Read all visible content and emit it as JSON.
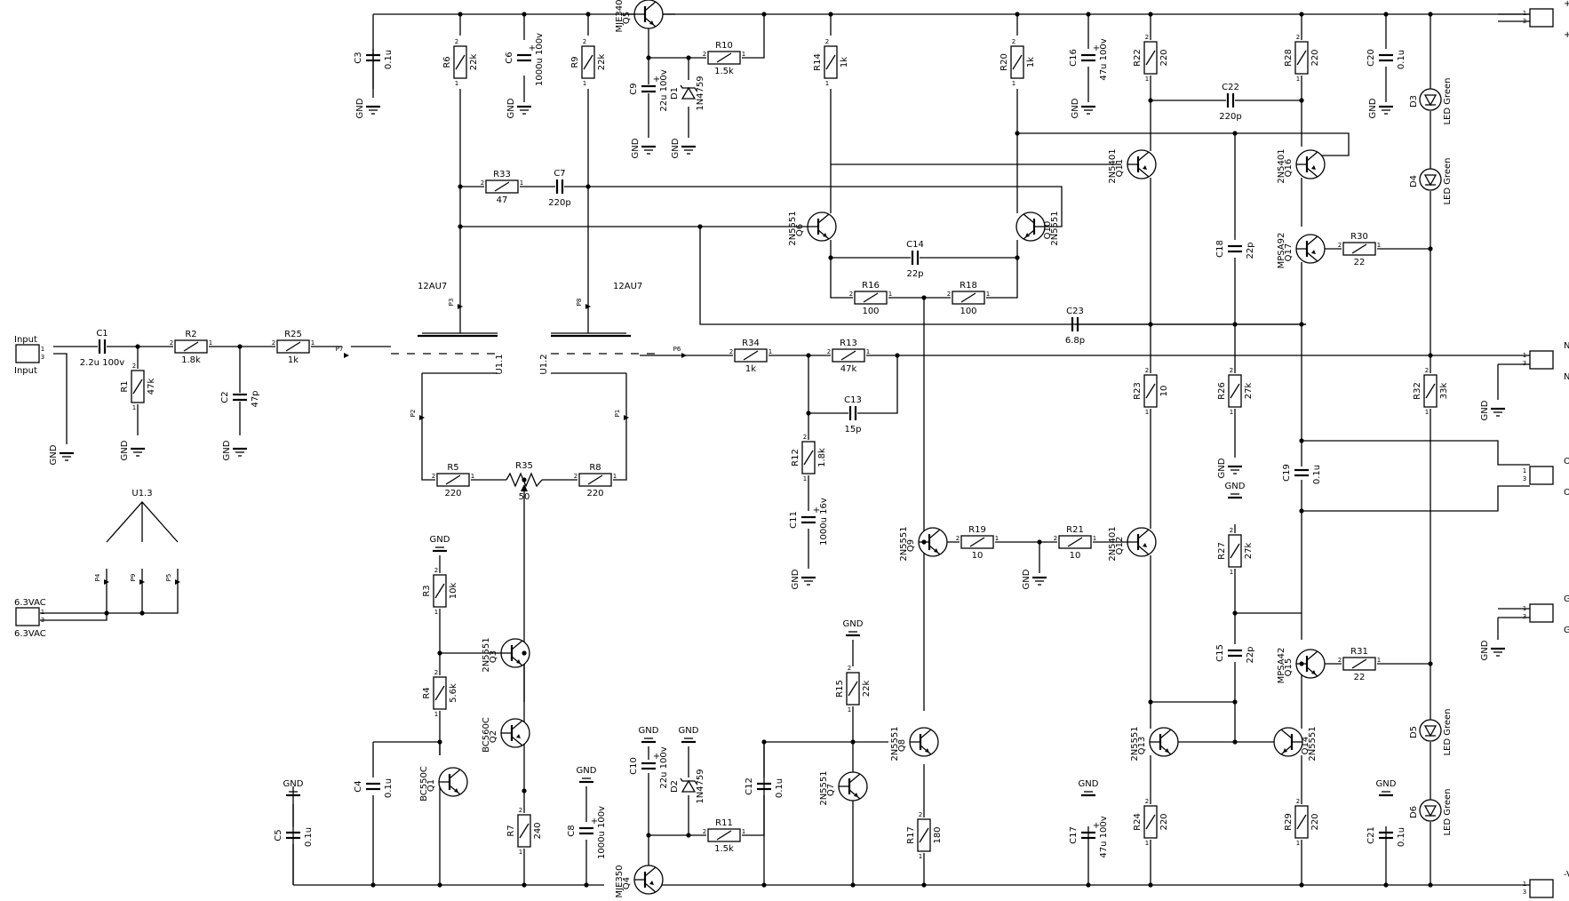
{
  "connectors": [
    {
      "ref": "Input",
      "sub": "Input"
    },
    {
      "ref": "6.3VAC",
      "sub": "6.3VAC"
    },
    {
      "ref": "+V",
      "sub": "+V"
    },
    {
      "ref": "NFB",
      "sub": "NFB"
    },
    {
      "ref": "Output",
      "sub": "Output"
    },
    {
      "ref": "GND",
      "sub": "GND"
    },
    {
      "ref": "-V",
      "sub": "-V"
    }
  ],
  "resistors": [
    {
      "ref": "R1",
      "value": "47k"
    },
    {
      "ref": "R2",
      "value": "1.8k"
    },
    {
      "ref": "R3",
      "value": "10k"
    },
    {
      "ref": "R4",
      "value": "5.6k"
    },
    {
      "ref": "R5",
      "value": "220"
    },
    {
      "ref": "R6",
      "value": "22k"
    },
    {
      "ref": "R7",
      "value": "240"
    },
    {
      "ref": "R8",
      "value": "220"
    },
    {
      "ref": "R9",
      "value": "22k"
    },
    {
      "ref": "R10",
      "value": "1.5k"
    },
    {
      "ref": "R11",
      "value": "1.5k"
    },
    {
      "ref": "R12",
      "value": "1.8k"
    },
    {
      "ref": "R13",
      "value": "47k"
    },
    {
      "ref": "R14",
      "value": "1k"
    },
    {
      "ref": "R15",
      "value": "22k"
    },
    {
      "ref": "R16",
      "value": "100"
    },
    {
      "ref": "R17",
      "value": "180"
    },
    {
      "ref": "R18",
      "value": "100"
    },
    {
      "ref": "R19",
      "value": "10"
    },
    {
      "ref": "R20",
      "value": "1k"
    },
    {
      "ref": "R21",
      "value": "10"
    },
    {
      "ref": "R22",
      "value": "220"
    },
    {
      "ref": "R23",
      "value": "10"
    },
    {
      "ref": "R24",
      "value": "220"
    },
    {
      "ref": "R25",
      "value": "1k"
    },
    {
      "ref": "R26",
      "value": "27k"
    },
    {
      "ref": "R27",
      "value": "27k"
    },
    {
      "ref": "R28",
      "value": "220"
    },
    {
      "ref": "R29",
      "value": "220"
    },
    {
      "ref": "R30",
      "value": "22"
    },
    {
      "ref": "R31",
      "value": "22"
    },
    {
      "ref": "R32",
      "value": "33k"
    },
    {
      "ref": "R33",
      "value": "47"
    },
    {
      "ref": "R34",
      "value": "1k"
    },
    {
      "ref": "R35",
      "value": "50"
    }
  ],
  "capacitors": [
    {
      "ref": "C1",
      "value": "2.2u  100v"
    },
    {
      "ref": "C2",
      "value": "47p"
    },
    {
      "ref": "C3",
      "value": "0.1u"
    },
    {
      "ref": "C4",
      "value": "0.1u"
    },
    {
      "ref": "C5",
      "value": "0.1u"
    },
    {
      "ref": "C6",
      "value": "1000u 100v"
    },
    {
      "ref": "C7",
      "value": "220p"
    },
    {
      "ref": "C8",
      "value": "1000u 100v"
    },
    {
      "ref": "C9",
      "value": "22u 100v"
    },
    {
      "ref": "C10",
      "value": "22u 100v"
    },
    {
      "ref": "C11",
      "value": "1000u 16v"
    },
    {
      "ref": "C12",
      "value": "0.1u"
    },
    {
      "ref": "C13",
      "value": "15p"
    },
    {
      "ref": "C14",
      "value": "22p"
    },
    {
      "ref": "C15",
      "value": "22p"
    },
    {
      "ref": "C16",
      "value": "47u 100v"
    },
    {
      "ref": "C17",
      "value": "47u 100v"
    },
    {
      "ref": "C18",
      "value": "22p"
    },
    {
      "ref": "C19",
      "value": "0.1u"
    },
    {
      "ref": "C20",
      "value": "0.1u"
    },
    {
      "ref": "C21",
      "value": "0.1u"
    },
    {
      "ref": "C22",
      "value": "220p"
    },
    {
      "ref": "C23",
      "value": "6.8p"
    }
  ],
  "transistors": [
    {
      "ref": "Q1",
      "part": "BC550C"
    },
    {
      "ref": "Q2",
      "part": "BC560C"
    },
    {
      "ref": "Q3",
      "part": "2N5551"
    },
    {
      "ref": "Q4",
      "part": "MJE350"
    },
    {
      "ref": "Q5",
      "part": "MJE340"
    },
    {
      "ref": "Q6",
      "part": "2N5551"
    },
    {
      "ref": "Q7",
      "part": "2N5551"
    },
    {
      "ref": "Q8",
      "part": "2N5551"
    },
    {
      "ref": "Q9",
      "part": "2N5551"
    },
    {
      "ref": "Q10",
      "part": "2N5551"
    },
    {
      "ref": "Q11",
      "part": "2N5401"
    },
    {
      "ref": "Q12",
      "part": "2N5401"
    },
    {
      "ref": "Q13",
      "part": "2N5551"
    },
    {
      "ref": "Q14",
      "part": "2N5551"
    },
    {
      "ref": "Q15",
      "part": "MPSA42"
    },
    {
      "ref": "Q16",
      "part": "2N5401"
    },
    {
      "ref": "Q17",
      "part": "MPSA92"
    }
  ],
  "diodes": [
    {
      "ref": "D1",
      "part": "1N4759"
    },
    {
      "ref": "D2",
      "part": "1N4759"
    },
    {
      "ref": "D3",
      "part": "LED Green"
    },
    {
      "ref": "D4",
      "part": "LED Green"
    },
    {
      "ref": "D5",
      "part": "LED Green"
    },
    {
      "ref": "D6",
      "part": "LED Green"
    }
  ],
  "tube": {
    "part": "12AU7",
    "sections": [
      "U1.1",
      "U1.2",
      "U1.3"
    ]
  },
  "ground_label": "GND",
  "pin_labels": [
    "P7",
    "P6",
    "P3",
    "P8",
    "P2",
    "P1",
    "P4",
    "P9",
    "P5"
  ]
}
